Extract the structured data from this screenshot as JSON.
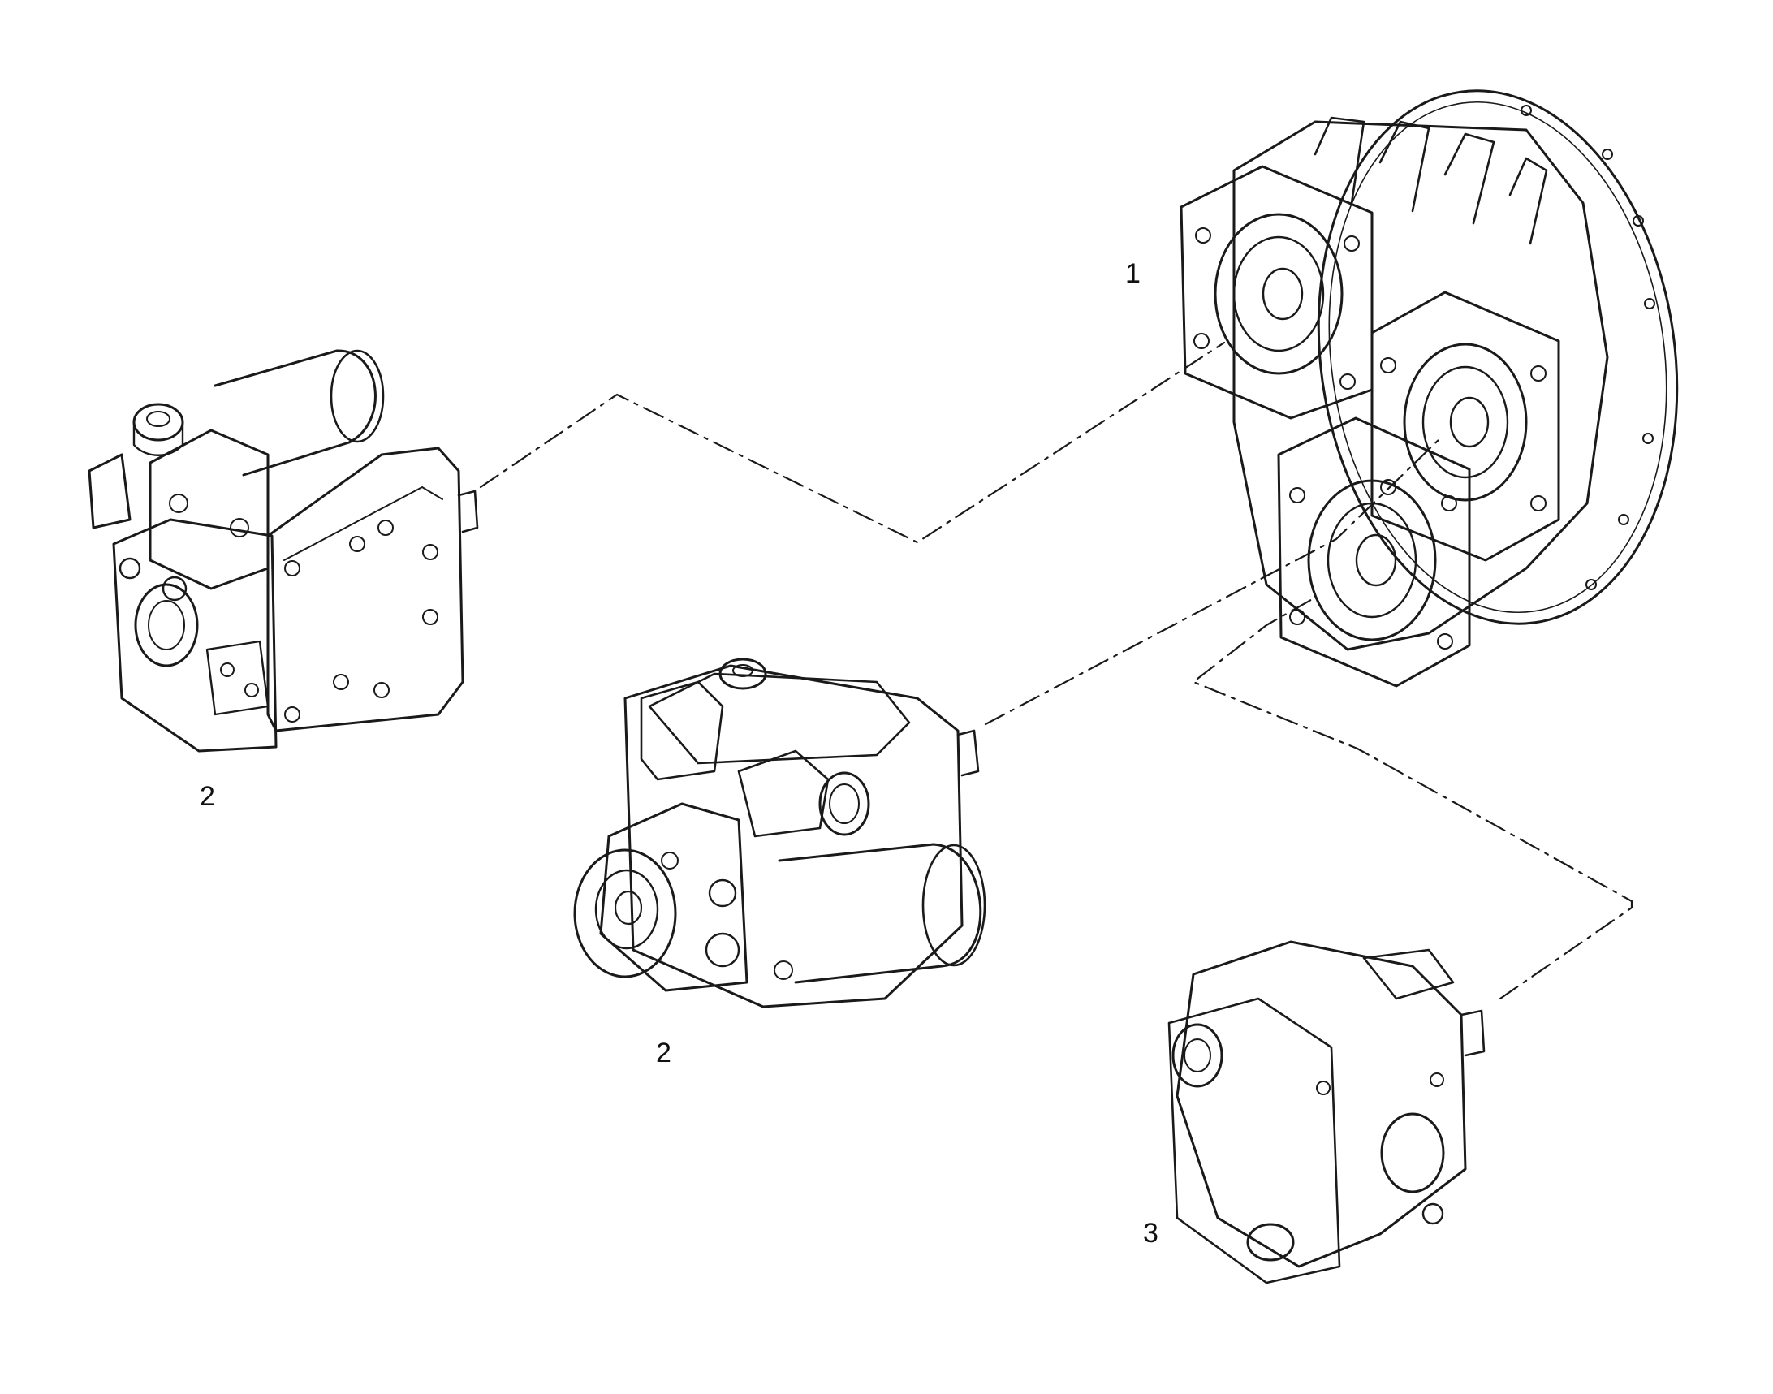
{
  "callouts": {
    "gearbox": "1",
    "pump_left": "2",
    "pump_center": "2",
    "motor": "3"
  },
  "colors": {
    "line": "#1a1a1a",
    "background": "#ffffff"
  }
}
